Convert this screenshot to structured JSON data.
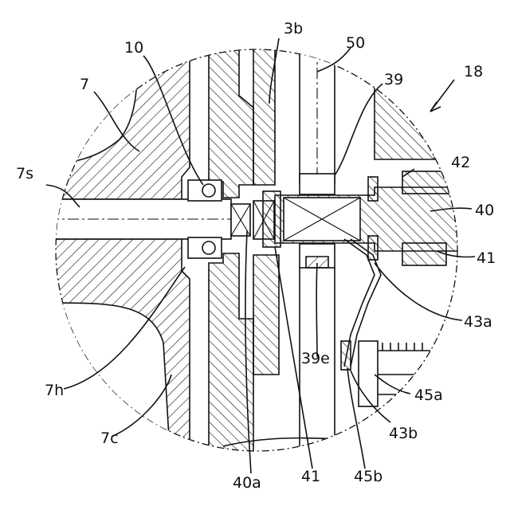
{
  "labels": {
    "l_18": "18",
    "l_3b": "3b",
    "l_50": "50",
    "l_10": "10",
    "l_7": "7",
    "l_39": "39",
    "l_42": "42",
    "l_7s": "7s",
    "l_40": "40",
    "l_41r": "41",
    "l_43a": "43a",
    "l_39e": "39e",
    "l_45a": "45a",
    "l_7h": "7h",
    "l_43b": "43b",
    "l_7c": "7c",
    "l_40a": "40a",
    "l_41b": "41",
    "l_45b": "45b"
  }
}
